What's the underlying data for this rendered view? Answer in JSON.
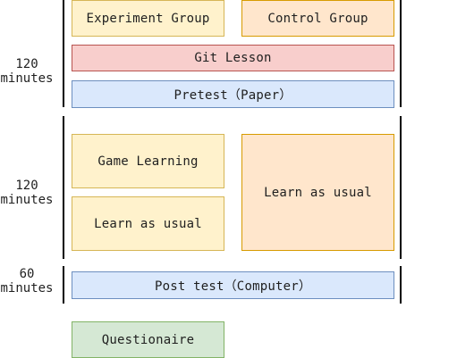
{
  "header": {
    "experiment_group": "Experiment Group",
    "control_group": "Control Group"
  },
  "phases": [
    {
      "duration": "120\nminutes",
      "steps": [
        "Git Lesson",
        "Pretest（Paper）"
      ]
    },
    {
      "duration": "120\nminutes",
      "experiment_steps": [
        "Game Learning",
        "Learn as usual"
      ],
      "control_steps": [
        "Learn as usual"
      ]
    },
    {
      "duration": "60\nminutes",
      "steps": [
        "Post test（Computer）"
      ]
    }
  ],
  "final_step": "Questionaire",
  "colors": {
    "yellow_fill": "#fff2cc",
    "orange_fill": "#ffe6cc",
    "red_fill": "#f8cecc",
    "blue_fill": "#dae8fc",
    "green_fill": "#d5e8d4"
  }
}
